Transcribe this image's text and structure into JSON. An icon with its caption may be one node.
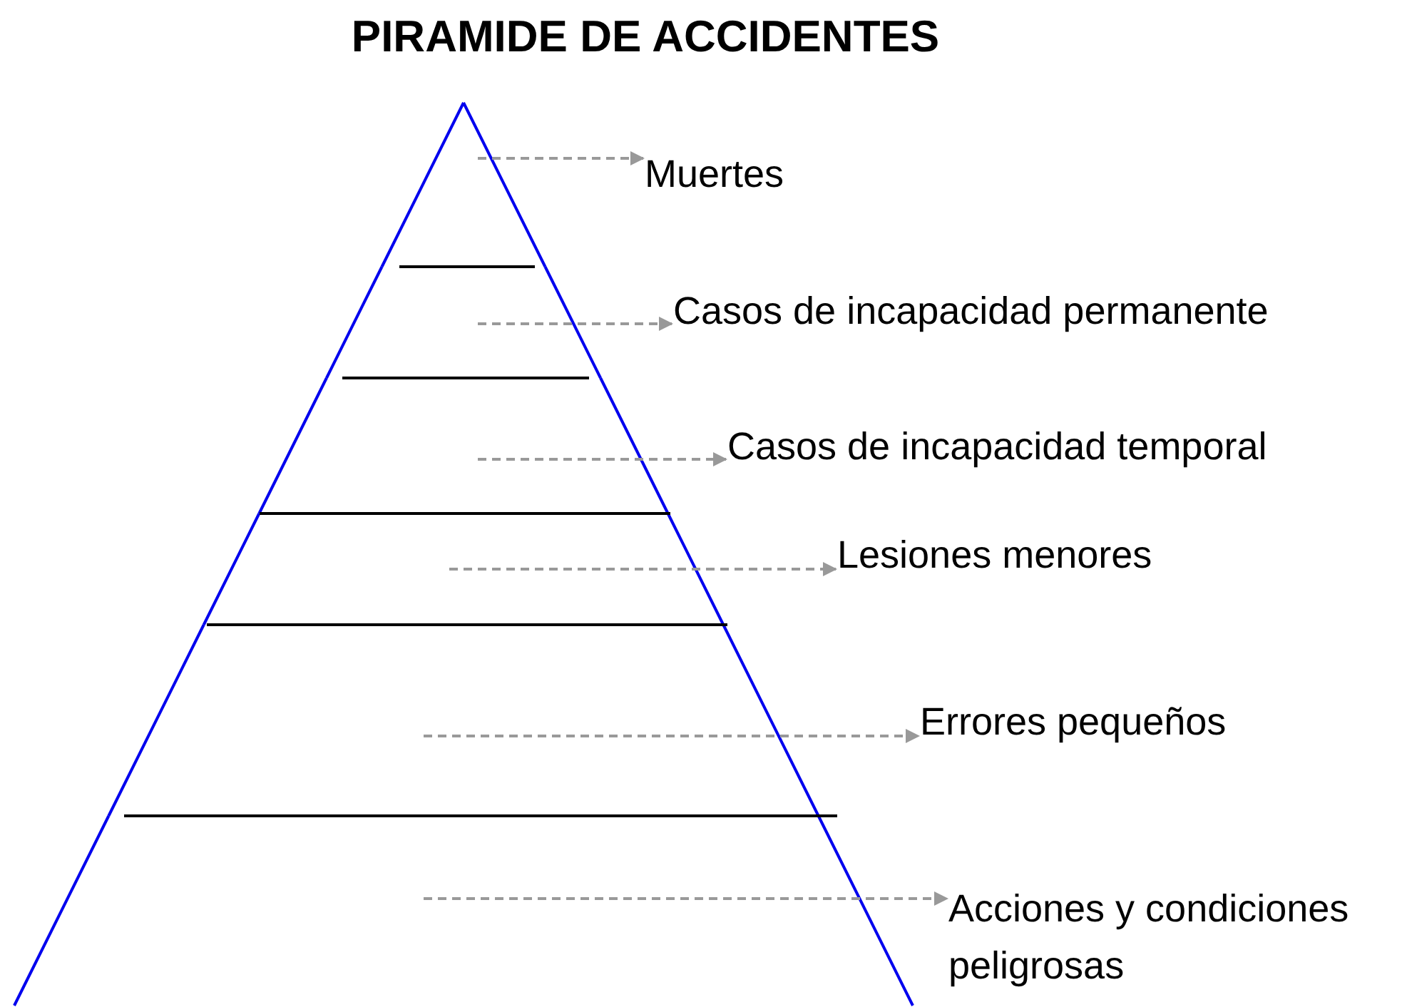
{
  "diagram": {
    "title": "PIRAMIDE DE ACCIDENTES",
    "nodes": [
      {
        "text": [
          "Muertes"
        ]
      },
      {
        "text": [
          "Casos de incapacidad permanente"
        ]
      },
      {
        "text": [
          "Casos de incapacidad temporal"
        ]
      },
      {
        "text": [
          "Lesiones menores"
        ]
      },
      {
        "text": [
          "Errores pequeños"
        ]
      },
      {
        "text": [
          "Acciones y condiciones peligrosas"
        ]
      },
      {
        "text": [],
        "shape": "triangle"
      },
      {
        "text": [],
        "shape": "band"
      },
      {
        "text": [],
        "shape": "band"
      },
      {
        "text": [],
        "shape": "band"
      },
      {
        "text": [],
        "shape": "band"
      },
      {
        "text": [],
        "shape": "band"
      }
    ],
    "edges": [
      {
        "from": 6,
        "to": 0,
        "arrow": "to",
        "style": "dashed"
      },
      {
        "from": 7,
        "to": 1,
        "arrow": "to",
        "style": "dashed"
      },
      {
        "from": 8,
        "to": 2,
        "arrow": "to",
        "style": "dashed"
      },
      {
        "from": 9,
        "to": 3,
        "arrow": "to",
        "style": "dashed"
      },
      {
        "from": 10,
        "to": 4,
        "arrow": "to",
        "style": "dashed"
      },
      {
        "from": 11,
        "to": 5,
        "arrow": "to",
        "style": "dashed"
      }
    ]
  }
}
